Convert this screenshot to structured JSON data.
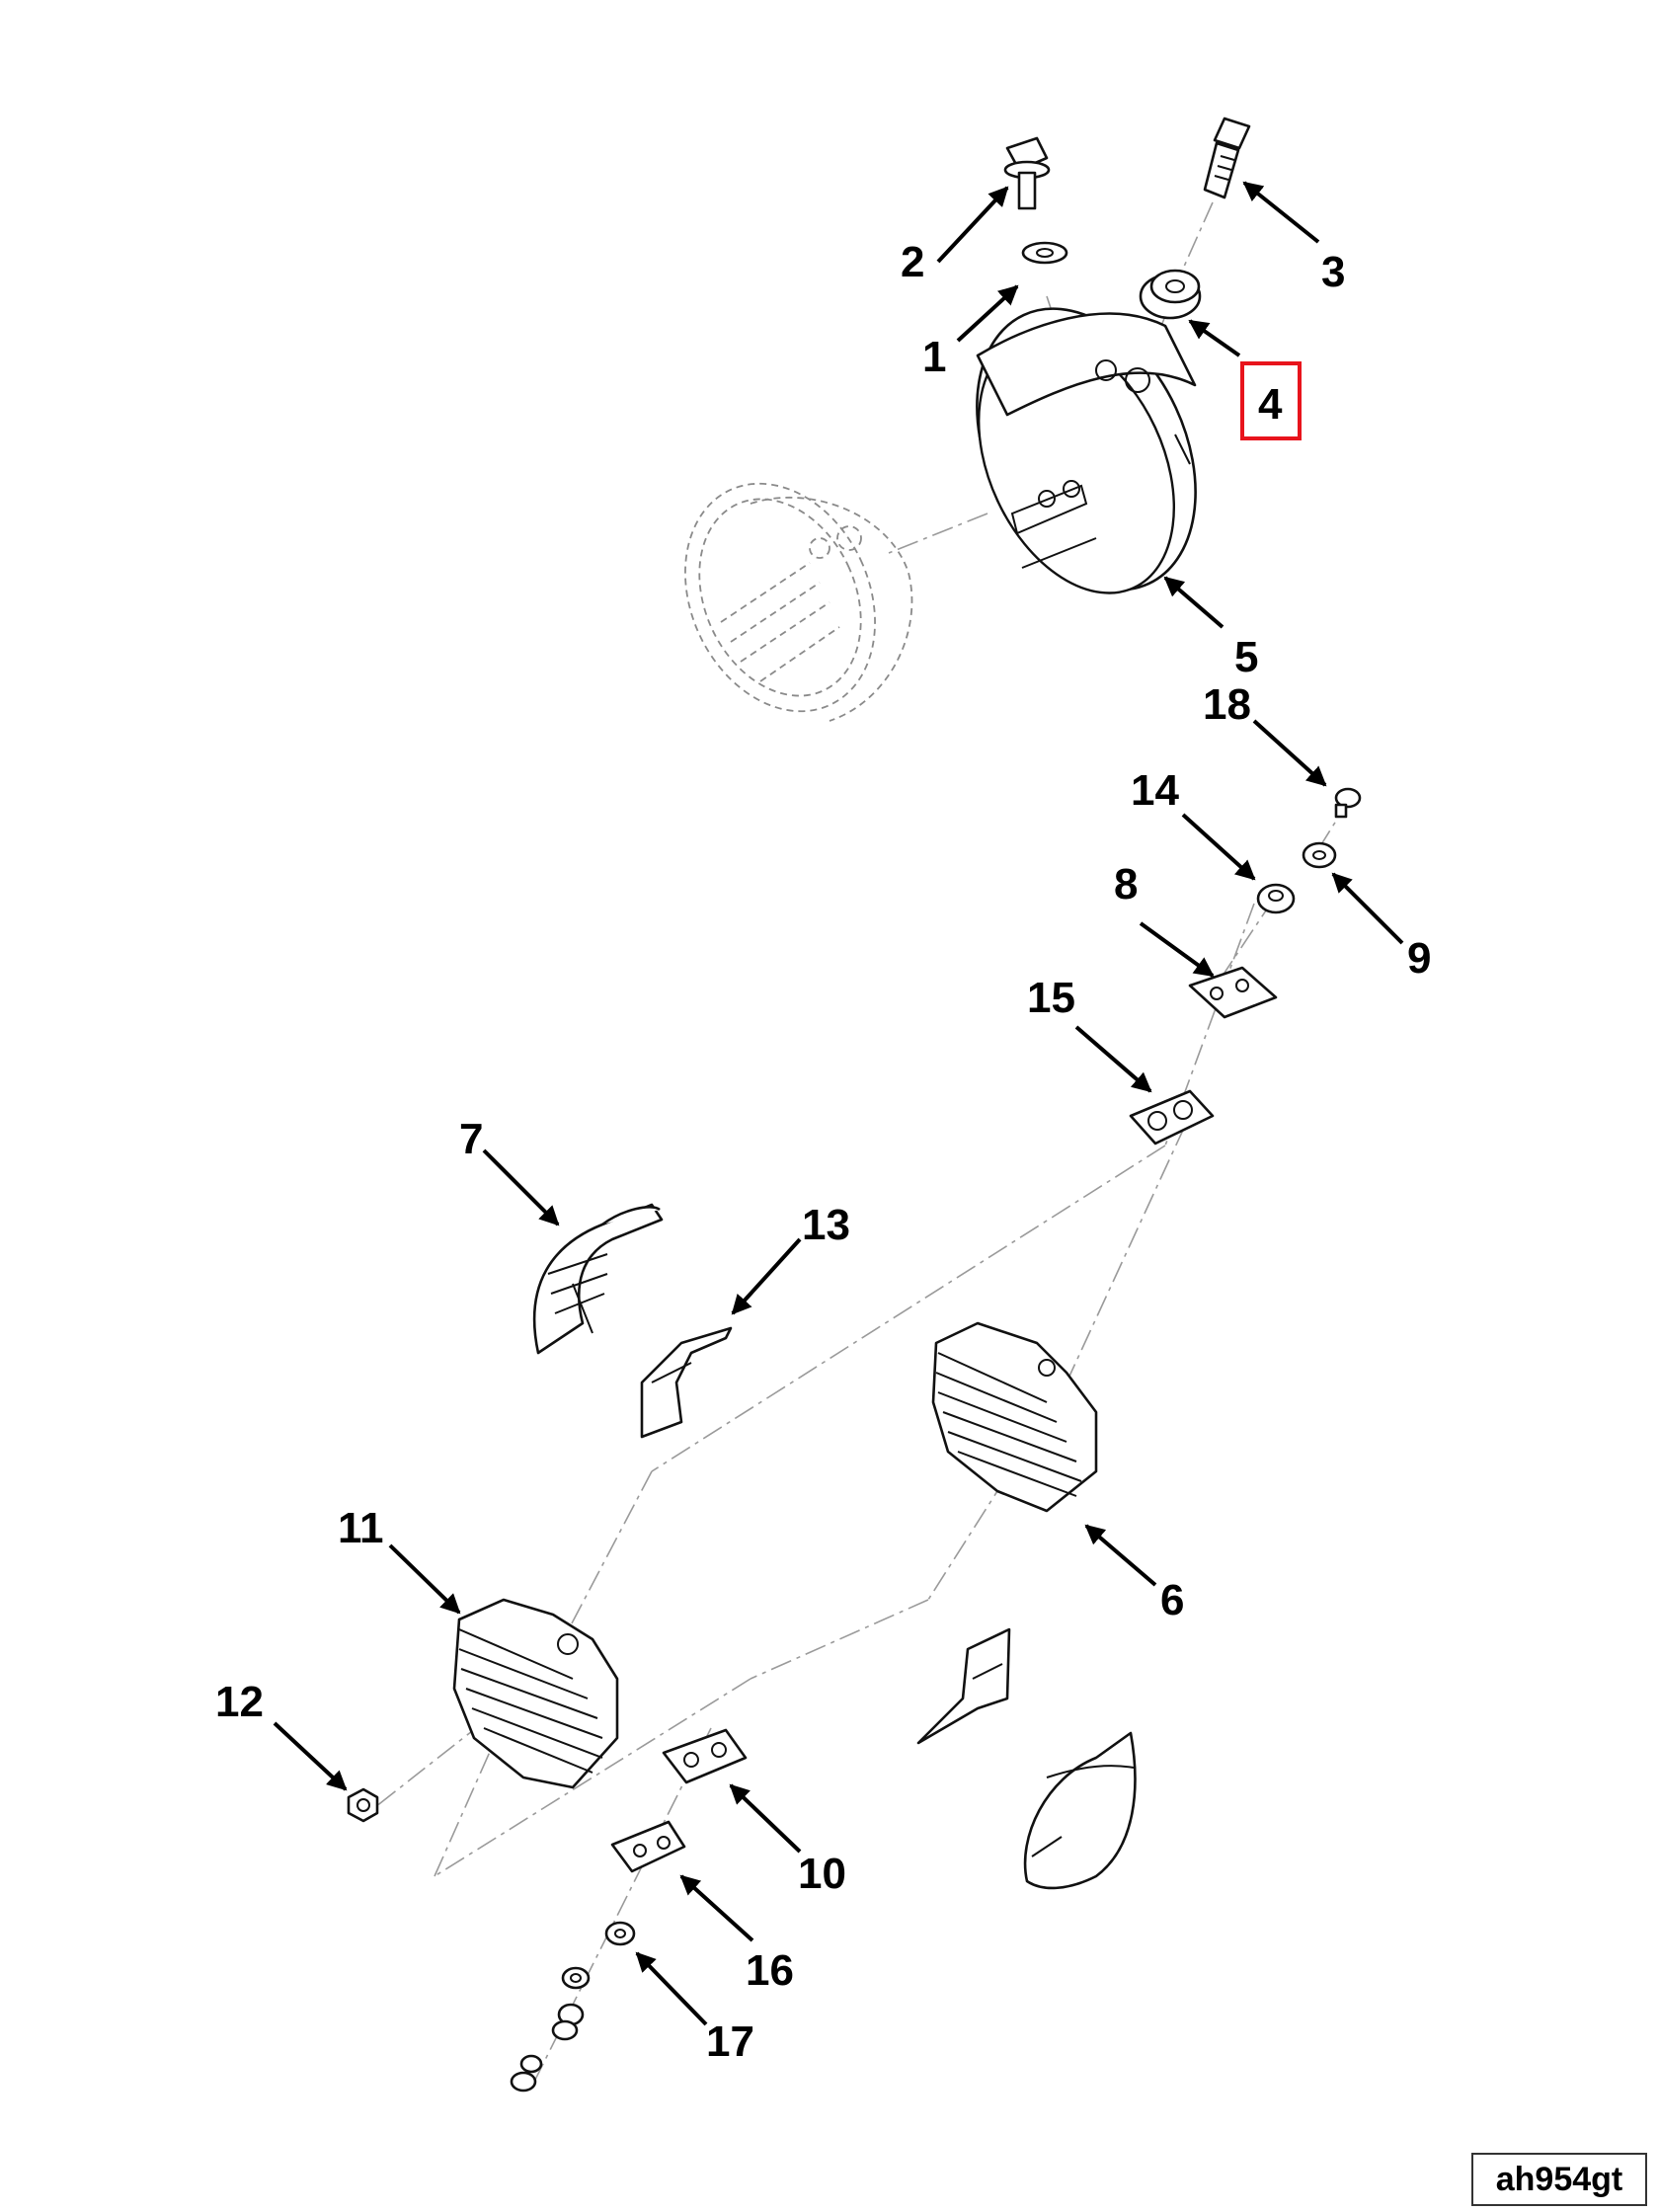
{
  "figure": {
    "id": "ah954gt",
    "highlight_color": "#e8141c"
  },
  "callouts": [
    {
      "label": "1",
      "part": "washer"
    },
    {
      "label": "2",
      "part": "flange-bolt"
    },
    {
      "label": "3",
      "part": "stud-bolt"
    },
    {
      "label": "4",
      "part": "grommet",
      "highlighted": true
    },
    {
      "label": "5",
      "part": "mounting-band"
    },
    {
      "label": "6",
      "part": "finned-module-upper"
    },
    {
      "label": "7",
      "part": "bracket-cover"
    },
    {
      "label": "8",
      "part": "plate-upper"
    },
    {
      "label": "9",
      "part": "washer-small"
    },
    {
      "label": "10",
      "part": "plate-lower"
    },
    {
      "label": "11",
      "part": "finned-module-lower"
    },
    {
      "label": "12",
      "part": "hex-nut"
    },
    {
      "label": "13",
      "part": "clip"
    },
    {
      "label": "14",
      "part": "spacer"
    },
    {
      "label": "15",
      "part": "plate-middle"
    },
    {
      "label": "16",
      "part": "plate-bottom"
    },
    {
      "label": "17",
      "part": "washer-lower"
    },
    {
      "label": "18",
      "part": "rivet"
    }
  ]
}
